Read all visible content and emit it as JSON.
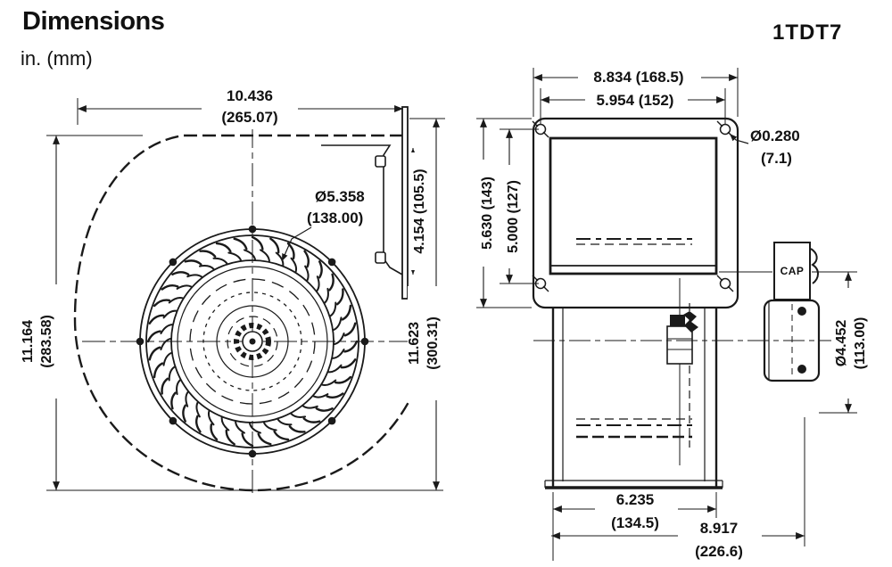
{
  "header": {
    "title": "Dimensions",
    "units": "in. (mm)",
    "part_number": "1TDT7"
  },
  "front_view": {
    "overall_width": {
      "in": "10.436",
      "mm": "(265.07)"
    },
    "housing_height": {
      "in": "11.164",
      "mm": "(283.58)"
    },
    "overall_height": {
      "in": "11.623",
      "mm": "(300.31)"
    },
    "outlet_height": {
      "text": "4.154 (105.5)"
    },
    "wheel_diameter": {
      "in": "Ø5.358",
      "mm": "(138.00)"
    }
  },
  "side_view": {
    "flange_width": {
      "text": "8.834 (168.5)"
    },
    "bolt_spacing_horizontal": {
      "text": "5.954 (152)"
    },
    "flange_height": {
      "text": "5.630 (143)"
    },
    "bolt_spacing_vertical": {
      "text": "5.000 (127)"
    },
    "mounting_hole_diameter": {
      "in": "Ø0.280",
      "mm": "(7.1)"
    },
    "motor_diameter": {
      "in": "Ø4.452",
      "mm": "(113.00)"
    },
    "housing_depth": {
      "in": "6.235",
      "mm": "(134.5)"
    },
    "overall_depth": {
      "in": "8.917",
      "mm": "(226.6)"
    },
    "capacitor_label": "CAP"
  },
  "colors": {
    "line": "#1a1a1a",
    "background": "#ffffff"
  }
}
